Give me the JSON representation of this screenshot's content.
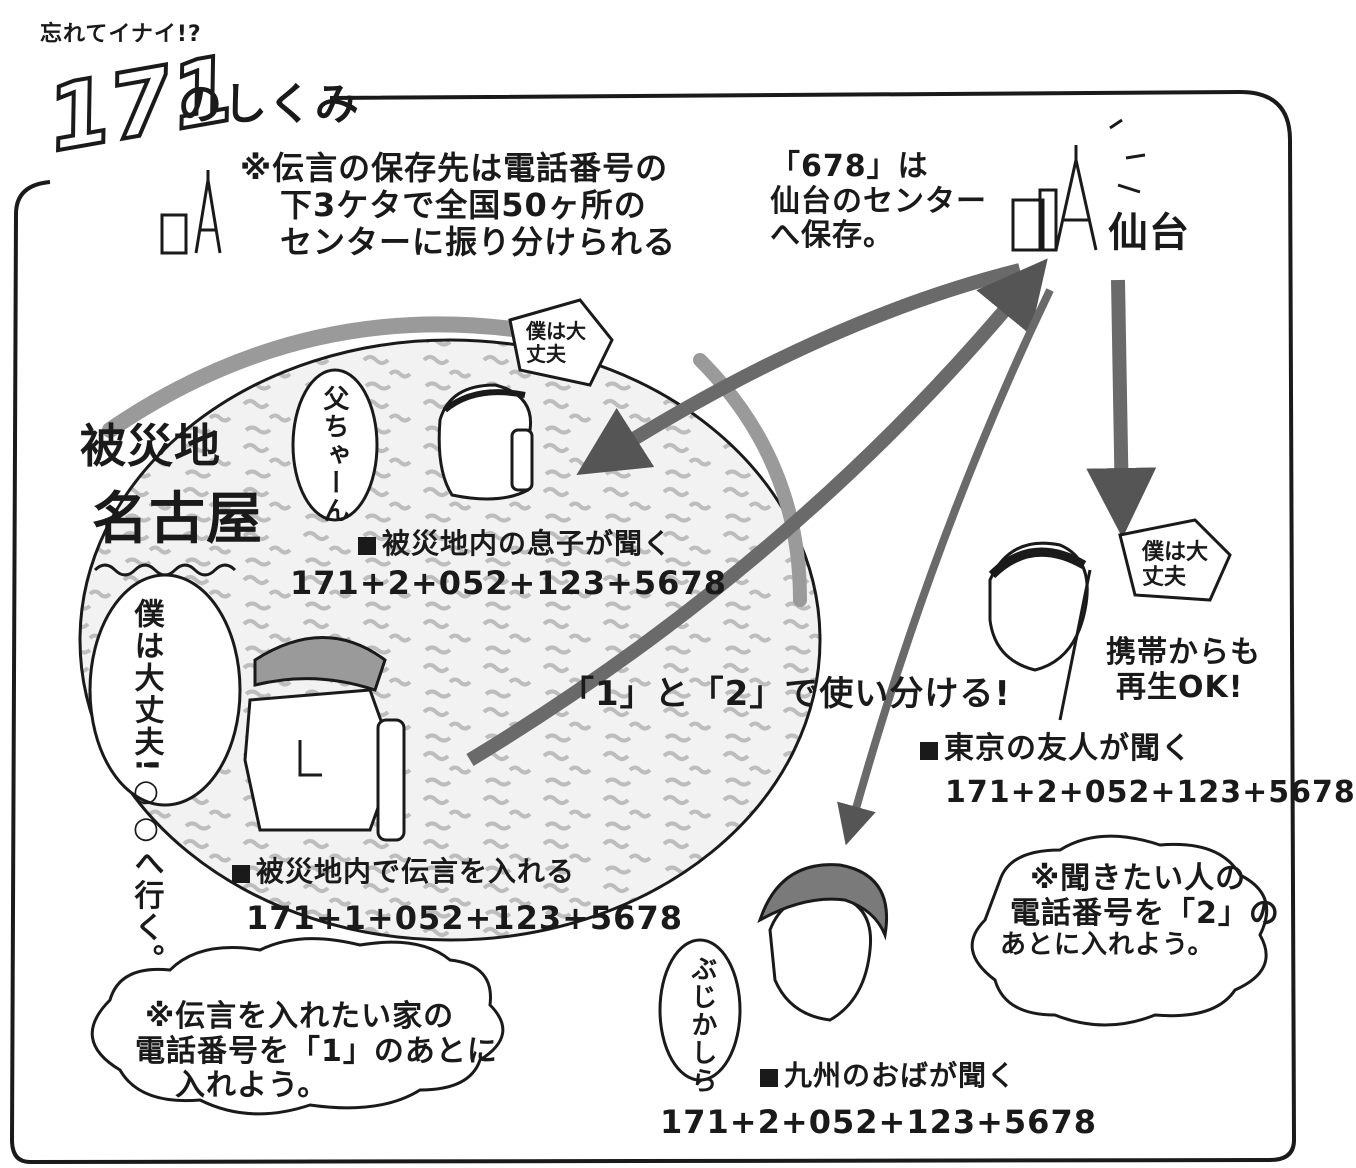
{
  "header": {
    "title_small": "忘れてイナイ!?",
    "title_number": "171",
    "title_rest": "のしくみ"
  },
  "notes": {
    "storage_note": [
      "※伝言の保存先は電話番号の",
      "下3ケタで全国50ヶ所の",
      "センターに振り分けられる"
    ],
    "sendai_note": [
      "「678」は",
      "仙台のセンター",
      "へ保存。"
    ],
    "center_label": "仙台"
  },
  "disaster_area": {
    "label_top": "被災地",
    "label_city": "名古屋",
    "son_speech": "父ちゃーん",
    "son_sign": "僕は大丈夫",
    "son_caption": "被災地内の息子が聞く",
    "son_dial": "171+2+052+123+5678",
    "father_speech": "僕は大丈夫!○○へ行く。",
    "father_caption": "被災地内で伝言を入れる",
    "father_dial": "171+1+052+123+5678",
    "usage_note": "「1」と「2」で使い分ける!"
  },
  "tokyo": {
    "sign": "僕は大丈夫",
    "mobile_note": [
      "携帯からも",
      "再生OK!"
    ],
    "caption": "東京の友人が聞く",
    "dial": "171+2+052+123+5678"
  },
  "kyushu": {
    "speech": "ぶじかしら",
    "caption": "九州のおばが聞く",
    "dial": "171+2+052+123+5678"
  },
  "clouds": {
    "record_tip": [
      "※伝言を入れたい家の",
      "電話番号を「1」のあとに",
      "入れよう。"
    ],
    "listen_tip": [
      "※聞きたい人の",
      "電話番号を「2」の",
      "あとに入れよう。"
    ]
  }
}
